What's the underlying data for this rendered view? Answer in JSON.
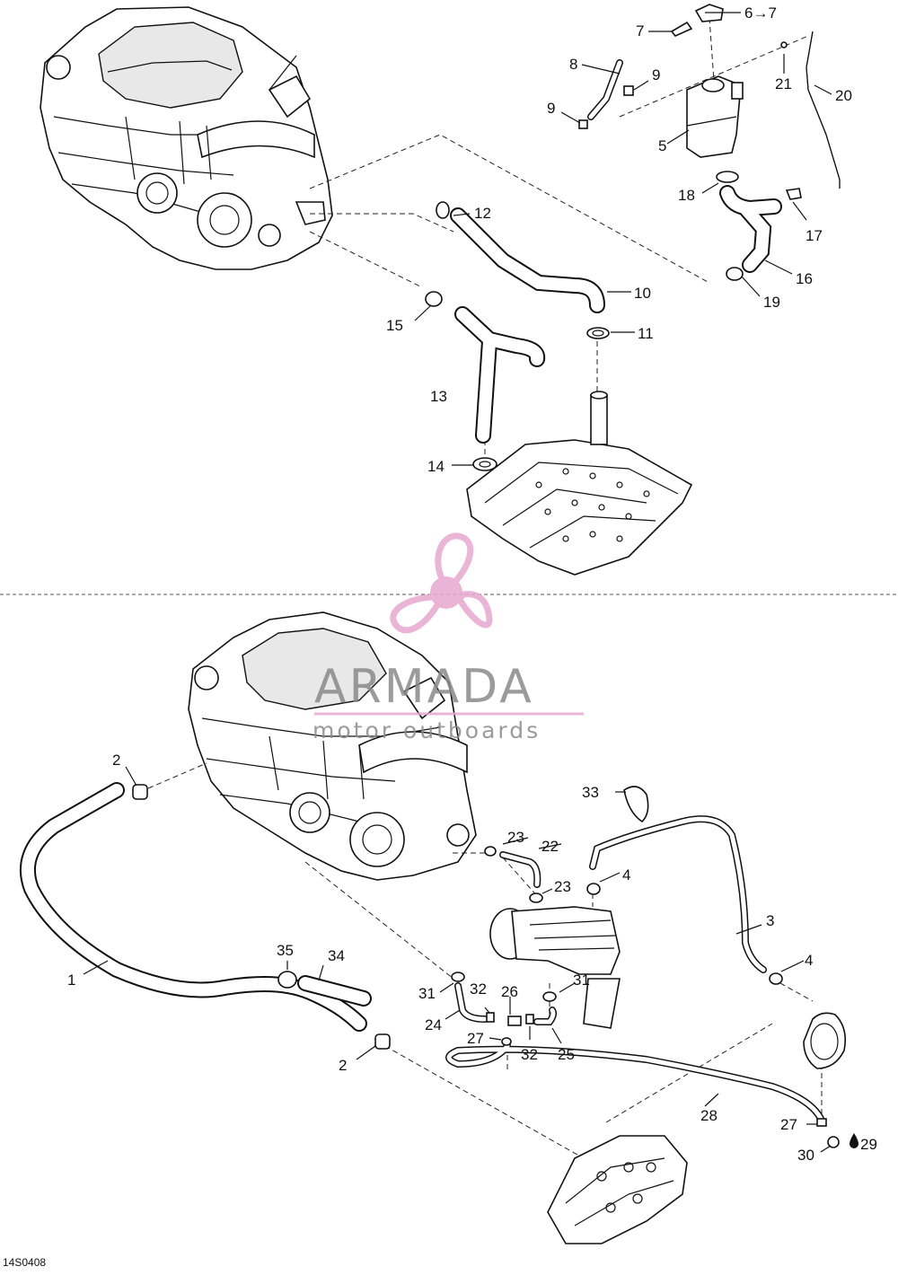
{
  "diagram": {
    "reference_code": "14S0408",
    "watermark": {
      "brand": "ARMADA",
      "tagline": "motor outboards",
      "accent_color": "#e6a8cf"
    },
    "line_color": "#111111",
    "upper_callouts": [
      {
        "id": "c5",
        "label": "5"
      },
      {
        "id": "c6",
        "label": "6→7"
      },
      {
        "id": "c7",
        "label": "7"
      },
      {
        "id": "c8",
        "label": "8"
      },
      {
        "id": "c9a",
        "label": "9"
      },
      {
        "id": "c9b",
        "label": "9"
      },
      {
        "id": "c10",
        "label": "10"
      },
      {
        "id": "c11",
        "label": "11"
      },
      {
        "id": "c12",
        "label": "12"
      },
      {
        "id": "c13",
        "label": "13"
      },
      {
        "id": "c14",
        "label": "14"
      },
      {
        "id": "c15",
        "label": "15"
      },
      {
        "id": "c16",
        "label": "16"
      },
      {
        "id": "c17",
        "label": "17"
      },
      {
        "id": "c18",
        "label": "18"
      },
      {
        "id": "c19",
        "label": "19"
      },
      {
        "id": "c20",
        "label": "20"
      },
      {
        "id": "c21",
        "label": "21"
      }
    ],
    "lower_callouts": [
      {
        "id": "c1",
        "label": "1"
      },
      {
        "id": "c2a",
        "label": "2"
      },
      {
        "id": "c2b",
        "label": "2"
      },
      {
        "id": "c3",
        "label": "3"
      },
      {
        "id": "c4a",
        "label": "4"
      },
      {
        "id": "c4b",
        "label": "4"
      },
      {
        "id": "c22",
        "label": "22"
      },
      {
        "id": "c23a",
        "label": "23"
      },
      {
        "id": "c23b",
        "label": "23"
      },
      {
        "id": "c24",
        "label": "24"
      },
      {
        "id": "c25",
        "label": "25"
      },
      {
        "id": "c26",
        "label": "26"
      },
      {
        "id": "c27a",
        "label": "27"
      },
      {
        "id": "c27b",
        "label": "27"
      },
      {
        "id": "c28",
        "label": "28"
      },
      {
        "id": "c29",
        "label": "29"
      },
      {
        "id": "c30",
        "label": "30"
      },
      {
        "id": "c31a",
        "label": "31"
      },
      {
        "id": "c31b",
        "label": "31"
      },
      {
        "id": "c32a",
        "label": "32"
      },
      {
        "id": "c32b",
        "label": "32"
      },
      {
        "id": "c33",
        "label": "33"
      },
      {
        "id": "c34",
        "label": "34"
      },
      {
        "id": "c35",
        "label": "35"
      }
    ]
  }
}
